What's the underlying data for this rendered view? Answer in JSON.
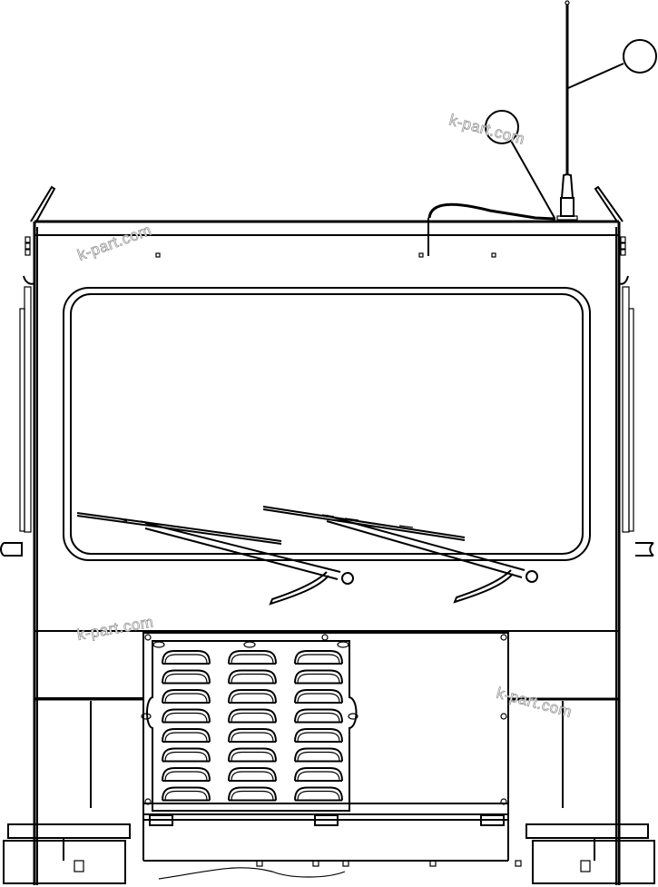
{
  "diagram": {
    "type": "technical-parts-illustration",
    "subject": "cab front view with antenna, windshield, wipers and louvered grille panel",
    "colors": {
      "line": "#000000",
      "background": "#ffffff",
      "watermark": "#9a9a9a"
    },
    "callouts": [
      {
        "id": "callout-1",
        "label": "",
        "target": "antenna-mast"
      },
      {
        "id": "callout-2",
        "label": "",
        "target": "antenna-base"
      }
    ],
    "watermarks": [
      {
        "text": "k-part.com"
      },
      {
        "text": "k-part.com"
      },
      {
        "text": "k-part.com"
      },
      {
        "text": "k-part.com"
      }
    ],
    "louver_grid": {
      "columns": 3,
      "rows": 8
    }
  }
}
